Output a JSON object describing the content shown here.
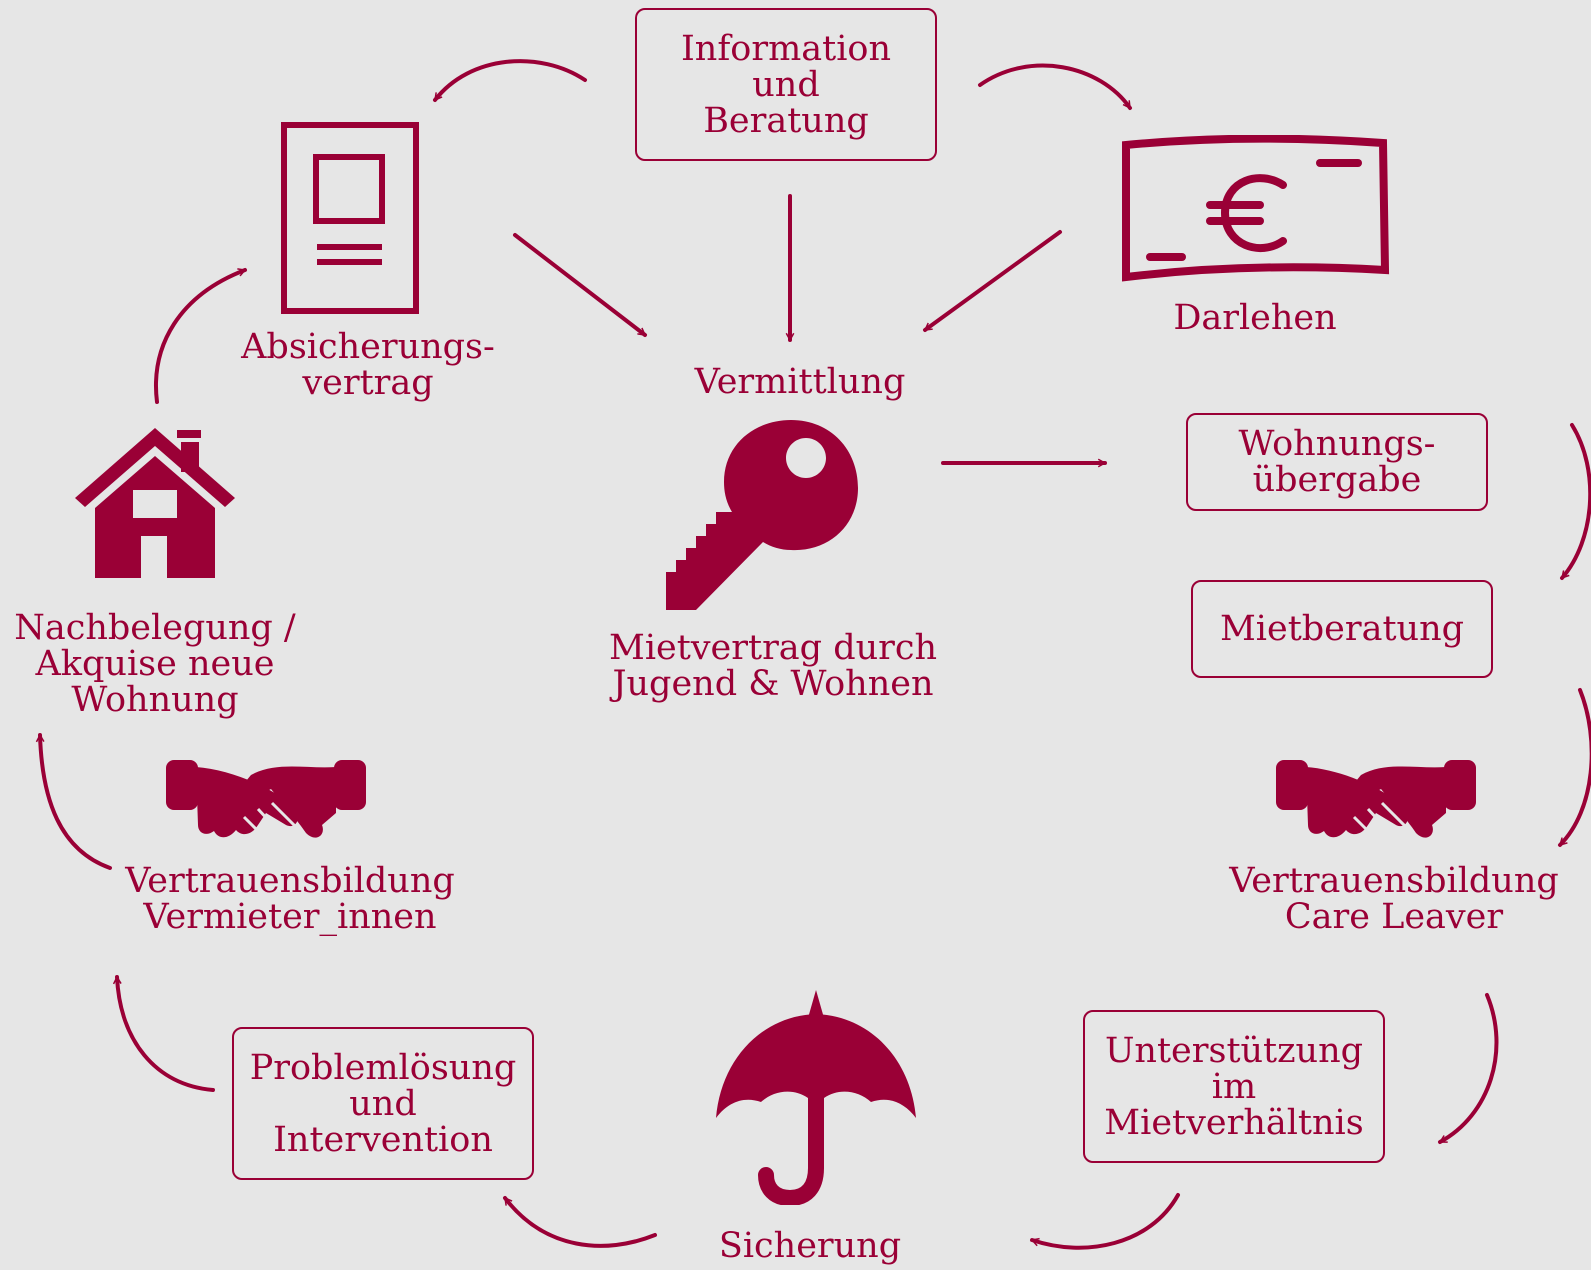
{
  "colors": {
    "accent": "#9a0036",
    "background": "#e6e6e6"
  },
  "nodes": {
    "info": "Information\nund\nBeratung",
    "absicherung": "Absicherungs-\nvertrag",
    "darlehen": "Darlehen",
    "vermittlung": "Vermittlung",
    "mietvertrag": "Mietvertrag durch\nJugend & Wohnen",
    "wohnungsuebergabe": "Wohnungs-\nübergabe",
    "mietberatung": "Mietberatung",
    "nachbelegung": "Nachbelegung /\nAkquise neue\nWohnung",
    "vertrauen_vermieter": "Vertrauensbildung\nVermieter_innen",
    "vertrauen_care": "Vertrauensbildung\nCare Leaver",
    "unterstuetzung": "Unterstützung\nim\nMietverhältnis",
    "problemloesung": "Problemlösung\nund\nIntervention",
    "sicherung": "Sicherung"
  },
  "icons": {
    "document": "document-icon",
    "banknote": "euro-banknote-icon",
    "key": "key-icon",
    "house": "house-icon",
    "handshake_left": "handshake-icon",
    "handshake_right": "handshake-icon",
    "umbrella": "umbrella-icon"
  }
}
